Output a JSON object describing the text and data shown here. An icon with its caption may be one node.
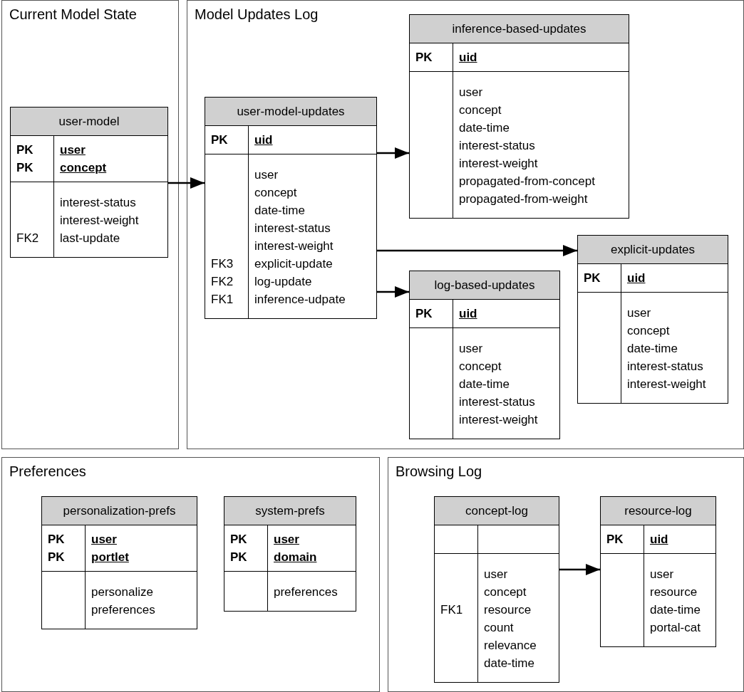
{
  "diagram": {
    "nodes": [
      {
        "text": [
          "Current Model State"
        ]
      },
      {
        "text": [
          "Model Updates Log"
        ]
      },
      {
        "text": [
          "Preferences"
        ]
      },
      {
        "text": [
          "Browsing Log"
        ]
      },
      {
        "text": [
          "user-model",
          "PK",
          "user",
          "PK",
          "concept",
          "interest-status",
          "interest-weight",
          "FK2",
          "last-update"
        ],
        "in": 0
      },
      {
        "text": [
          "user-model-updates",
          "PK",
          "uid",
          "user",
          "concept",
          "date-time",
          "interest-status",
          "interest-weight",
          "FK3",
          "explicit-update",
          "FK2",
          "log-update",
          "FK1",
          "inference-udpate"
        ],
        "in": 1
      },
      {
        "text": [
          "inference-based-updates",
          "PK",
          "uid",
          "user",
          "concept",
          "date-time",
          "interest-status",
          "interest-weight",
          "propagated-from-concept",
          "propagated-from-weight"
        ],
        "in": 1
      },
      {
        "text": [
          "explicit-updates",
          "PK",
          "uid",
          "user",
          "concept",
          "date-time",
          "interest-status",
          "interest-weight"
        ],
        "in": 1
      },
      {
        "text": [
          "log-based-updates",
          "PK",
          "uid",
          "user",
          "concept",
          "date-time",
          "interest-status",
          "interest-weight"
        ],
        "in": 1
      },
      {
        "text": [
          "personalization-prefs",
          "PK",
          "user",
          "PK",
          "portlet",
          "personalize",
          "preferences"
        ],
        "in": 2
      },
      {
        "text": [
          "system-prefs",
          "PK",
          "user",
          "PK",
          "domain",
          "preferences"
        ],
        "in": 2
      },
      {
        "text": [
          "concept-log",
          "user",
          "concept",
          "FK1",
          "resource",
          "count",
          "relevance",
          "date-time"
        ],
        "in": 3
      },
      {
        "text": [
          "resource-log",
          "PK",
          "uid",
          "user",
          "resource",
          "date-time",
          "portal-cat"
        ],
        "in": 3
      }
    ],
    "edges": [
      {
        "from": 4,
        "to": 5,
        "arrow": "to"
      },
      {
        "from": 5,
        "to": 6,
        "arrow": "to"
      },
      {
        "from": 5,
        "to": 7,
        "arrow": "to"
      },
      {
        "from": 5,
        "to": 8,
        "arrow": "to"
      },
      {
        "from": 11,
        "to": 12,
        "arrow": "to"
      }
    ]
  }
}
